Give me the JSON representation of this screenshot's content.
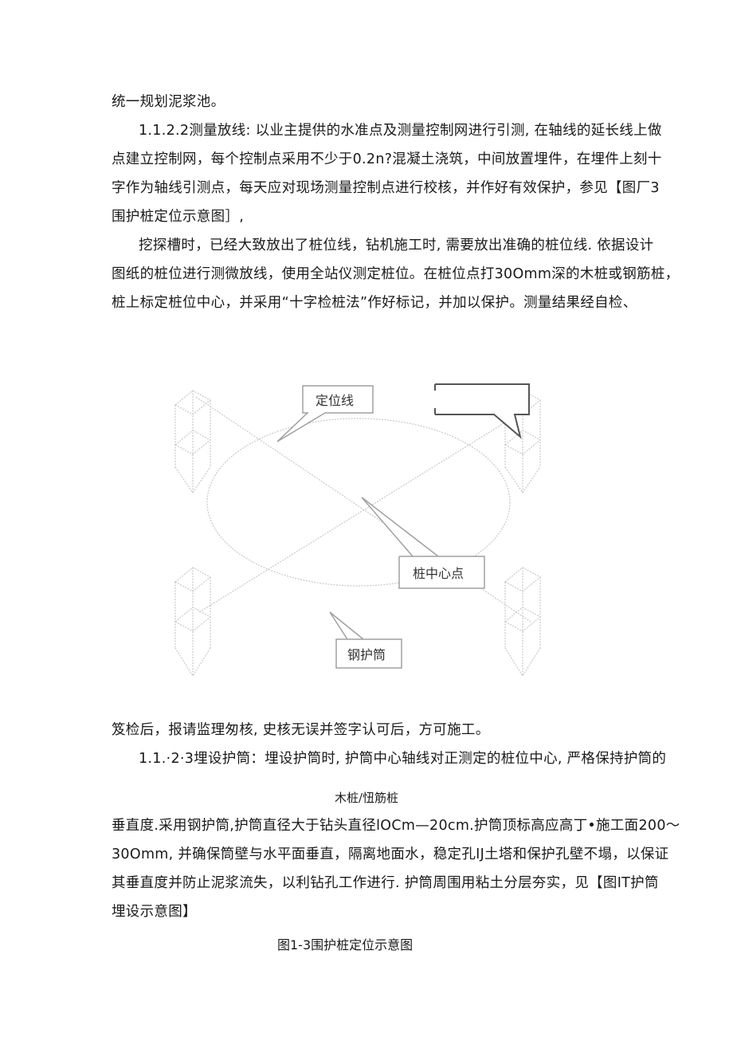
{
  "paragraphs": {
    "p1_line1": "统一规划泥浆池。",
    "p2_line1": "1.1.2.2测量放线: 以业主提供的水准点及测量控制网进行引测, 在轴线的延长线上做",
    "p2_line2": "点建立控制网，每个控制点采用不少于0.2n?混凝土浇筑，中间放置埋件，在埋件上刻十",
    "p2_line3": "字作为轴线引测点，每天应对现场测量控制点进行校核，并作好有效保护，参见【图厂3",
    "p2_line4": "围护桩定位示意图］,",
    "p3_line1": "挖探槽时，已经大致放出了桩位线，钻机施工时, 需要放出准确的桩位线. 依据设计",
    "p3_line2": "图纸的桩位进行测微放线，使用全站仪测定桩位。在桩位点打30Omm深的木桩或钢筋桩，",
    "p3_line3": "桩上标定桩位中心，并采用“十字检桩法”作好标记，并加以保护。测量结果经自检、",
    "p4_line1": "笈检后，报请监理匆核, 史核无误并签字认可后，方可施工。",
    "p5_line1": "1.1.·2·3埋设护筒：埋设护筒时, 护筒中心轴线对正测定的桩位中心, 严格保持护筒的",
    "p5_line2": "垂直度.采用钢护筒,护筒直径大于钻头直径lOCm—20cm.护筒顶标高应高丁•施工面200～",
    "p5_line3": "30Omm, 并确保筒壁与水平面垂直，隔离地面水，稳定孔IJ土塔和保护孔壁不塌，以保证",
    "p5_line4": "其垂直度并防止泥浆流失，以利钻孔工作进行. 护筒周围用粘土分层夯实，见【图IT护筒",
    "p5_line5": "埋设示意图】"
  },
  "figure": {
    "callouts": {
      "positioning_line": "定位线",
      "top_right": "",
      "pile_center": "桩中心点",
      "steel_casing": "钢护筒"
    },
    "floating_label": "木桩/忸筋桩",
    "caption": "图1-3围护桩定位示意图"
  }
}
